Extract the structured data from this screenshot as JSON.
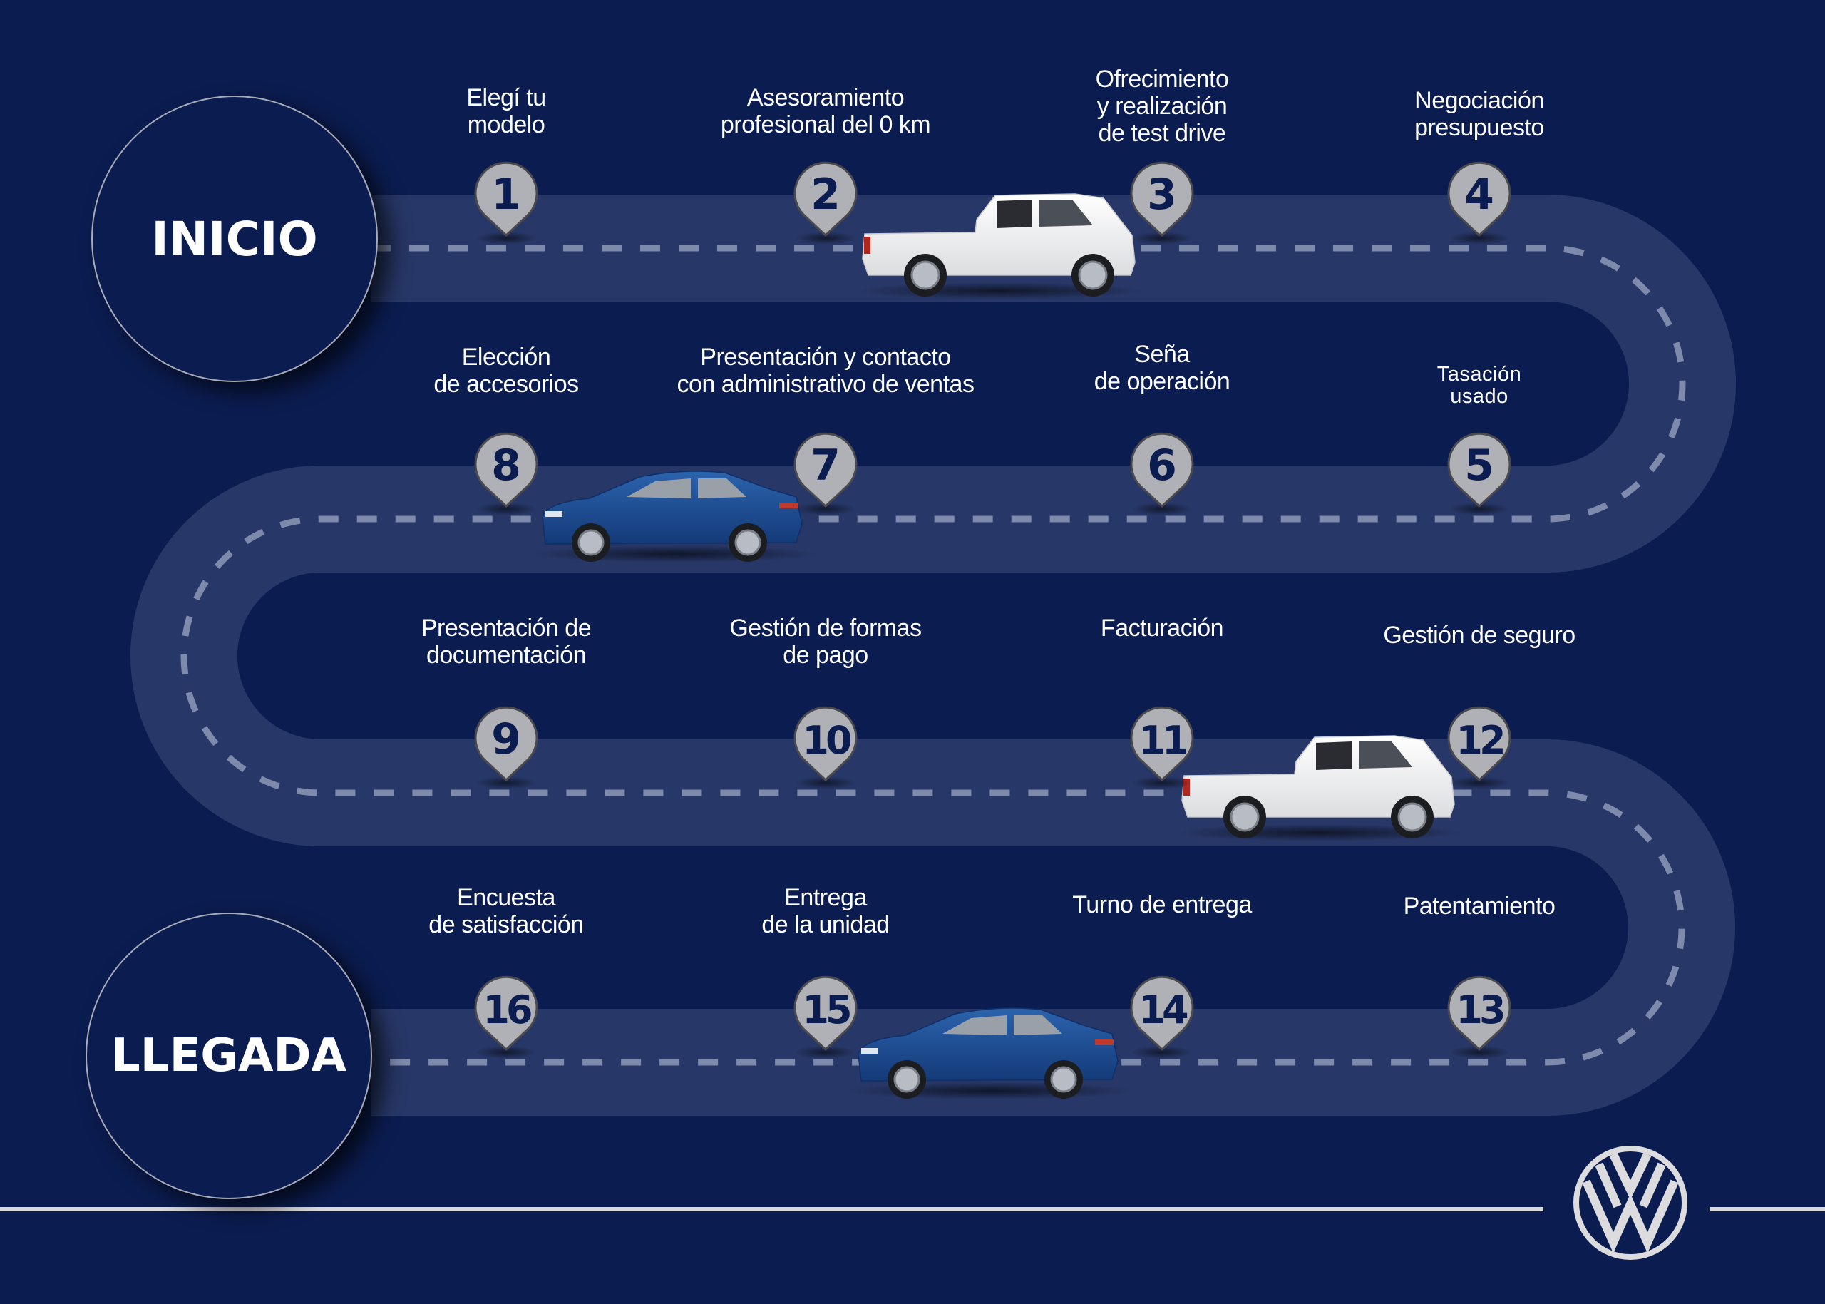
{
  "brand": "Volkswagen",
  "logo_icon": "vw-logo-icon",
  "start_label": "INICIO",
  "end_label": "LLEGADA",
  "colors": {
    "background": "#0b1c50",
    "road": "#273767",
    "dash": "#7e8aab",
    "pin_fill": "#b0b1b6",
    "pin_stroke": "#4a4a4e",
    "pin_number": "#0b1c50",
    "text": "#ffffff",
    "logo": "#dcdcdf",
    "pickup": "#f4f4f4",
    "sedan": "#1b4a8e"
  },
  "steps": [
    {
      "number": "1",
      "label": "Elegí tu\nmodelo"
    },
    {
      "number": "2",
      "label": "Asesoramiento\nprofesional del 0 km"
    },
    {
      "number": "3",
      "label": "Ofrecimiento\ny realización\nde test drive"
    },
    {
      "number": "4",
      "label": "Negociación\npresupuesto"
    },
    {
      "number": "5",
      "label": "Tasación\nusado"
    },
    {
      "number": "6",
      "label": "Seña\nde operación"
    },
    {
      "number": "7",
      "label": "Presentación y contacto\ncon administrativo de ventas"
    },
    {
      "number": "8",
      "label": "Elección\nde accesorios"
    },
    {
      "number": "9",
      "label": "Presentación de\ndocumentación"
    },
    {
      "number": "10",
      "label": "Gestión de formas\nde pago"
    },
    {
      "number": "11",
      "label": "Facturación"
    },
    {
      "number": "12",
      "label": "Gestión de seguro"
    },
    {
      "number": "13",
      "label": "Patentamiento"
    },
    {
      "number": "14",
      "label": "Turno de entrega"
    },
    {
      "number": "15",
      "label": "Entrega\nde la unidad"
    },
    {
      "number": "16",
      "label": "Encuesta\nde satisfacción"
    }
  ],
  "vehicles": [
    {
      "type": "pickup",
      "name": "pickup-truck-1"
    },
    {
      "type": "sedan",
      "name": "sedan-car-1"
    },
    {
      "type": "pickup",
      "name": "pickup-truck-2"
    },
    {
      "type": "sedan",
      "name": "sedan-car-2"
    }
  ]
}
